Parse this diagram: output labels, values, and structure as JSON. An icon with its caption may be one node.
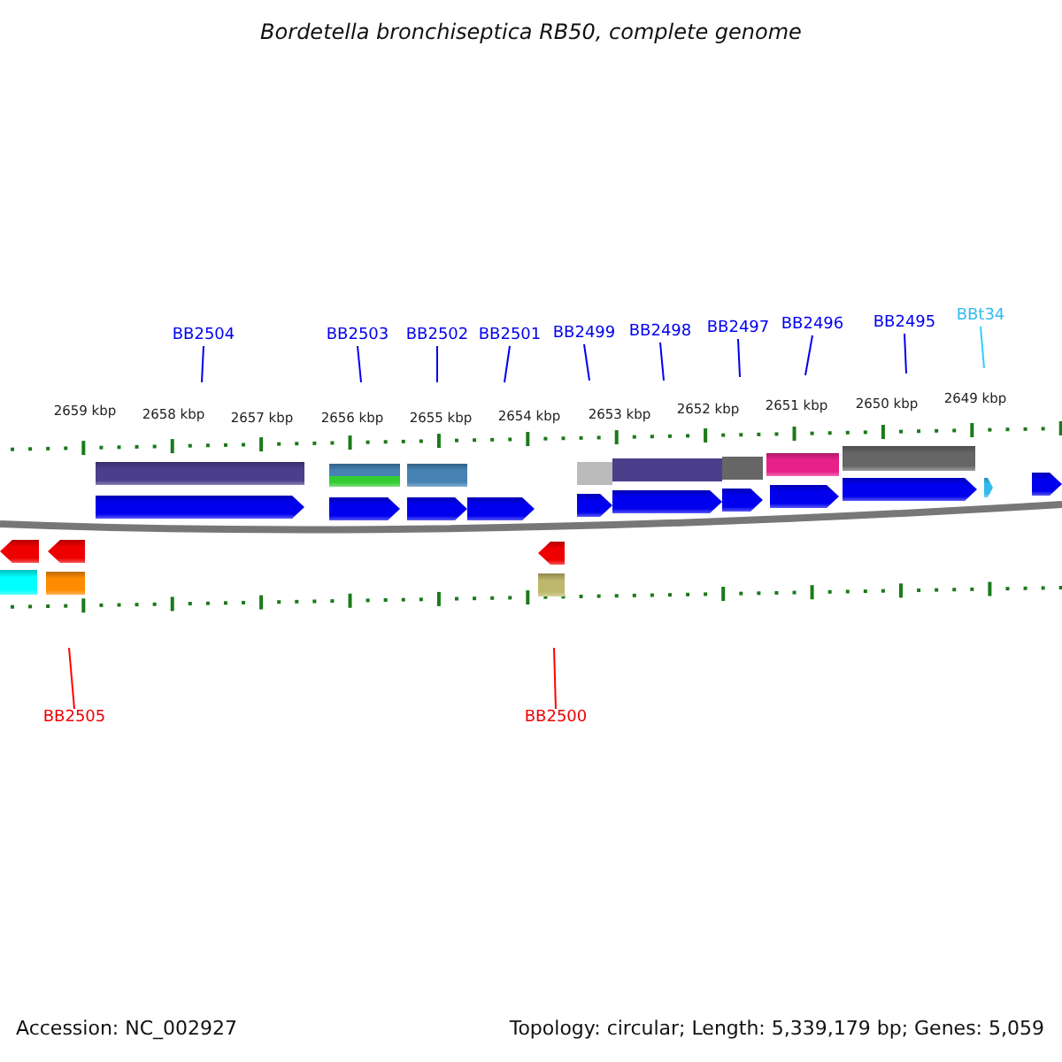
{
  "diagram": {
    "title": "Bordetella bronchiseptica RB50, complete genome",
    "nodes": [
      {
        "text": [
          "BB2504"
        ]
      },
      {
        "text": [
          "BB2503"
        ]
      },
      {
        "text": [
          "BB2502"
        ]
      },
      {
        "text": [
          "BB2501"
        ]
      },
      {
        "text": [
          "BB2499"
        ]
      },
      {
        "text": [
          "BB2498"
        ]
      },
      {
        "text": [
          "BB2497"
        ]
      },
      {
        "text": [
          "BB2496"
        ]
      },
      {
        "text": [
          "BB2495"
        ]
      },
      {
        "text": [
          "BBt34"
        ]
      },
      {
        "text": [
          "BB2505"
        ]
      },
      {
        "text": [
          "BB2500"
        ]
      }
    ],
    "edges": [
      {
        "from": 0,
        "to": null,
        "arrow": "none"
      },
      {
        "from": 1,
        "to": null,
        "arrow": "none"
      },
      {
        "from": 2,
        "to": null,
        "arrow": "none"
      },
      {
        "from": 3,
        "to": null,
        "arrow": "none"
      },
      {
        "from": 4,
        "to": null,
        "arrow": "none"
      },
      {
        "from": 5,
        "to": null,
        "arrow": "none"
      },
      {
        "from": 6,
        "to": null,
        "arrow": "none"
      },
      {
        "from": 7,
        "to": null,
        "arrow": "none"
      },
      {
        "from": 8,
        "to": null,
        "arrow": "none"
      },
      {
        "from": 9,
        "to": null,
        "arrow": "none",
        "color": "#33ccff"
      },
      {
        "from": 10,
        "to": null,
        "arrow": "none",
        "color": "#ff0000"
      },
      {
        "from": 11,
        "to": null,
        "arrow": "none",
        "color": "#ff0000"
      }
    ],
    "labels": [
      "2659 kbp",
      "2658 kbp",
      "2657 kbp",
      "2656 kbp",
      "2655 kbp",
      "2654 kbp",
      "2653 kbp",
      "2652 kbp",
      "2651 kbp",
      "2650 kbp",
      "2649 kbp",
      "Accession: NC_002927",
      "Topology: circular; Length: 5,339,179 bp; Genes: 5,059"
    ]
  }
}
